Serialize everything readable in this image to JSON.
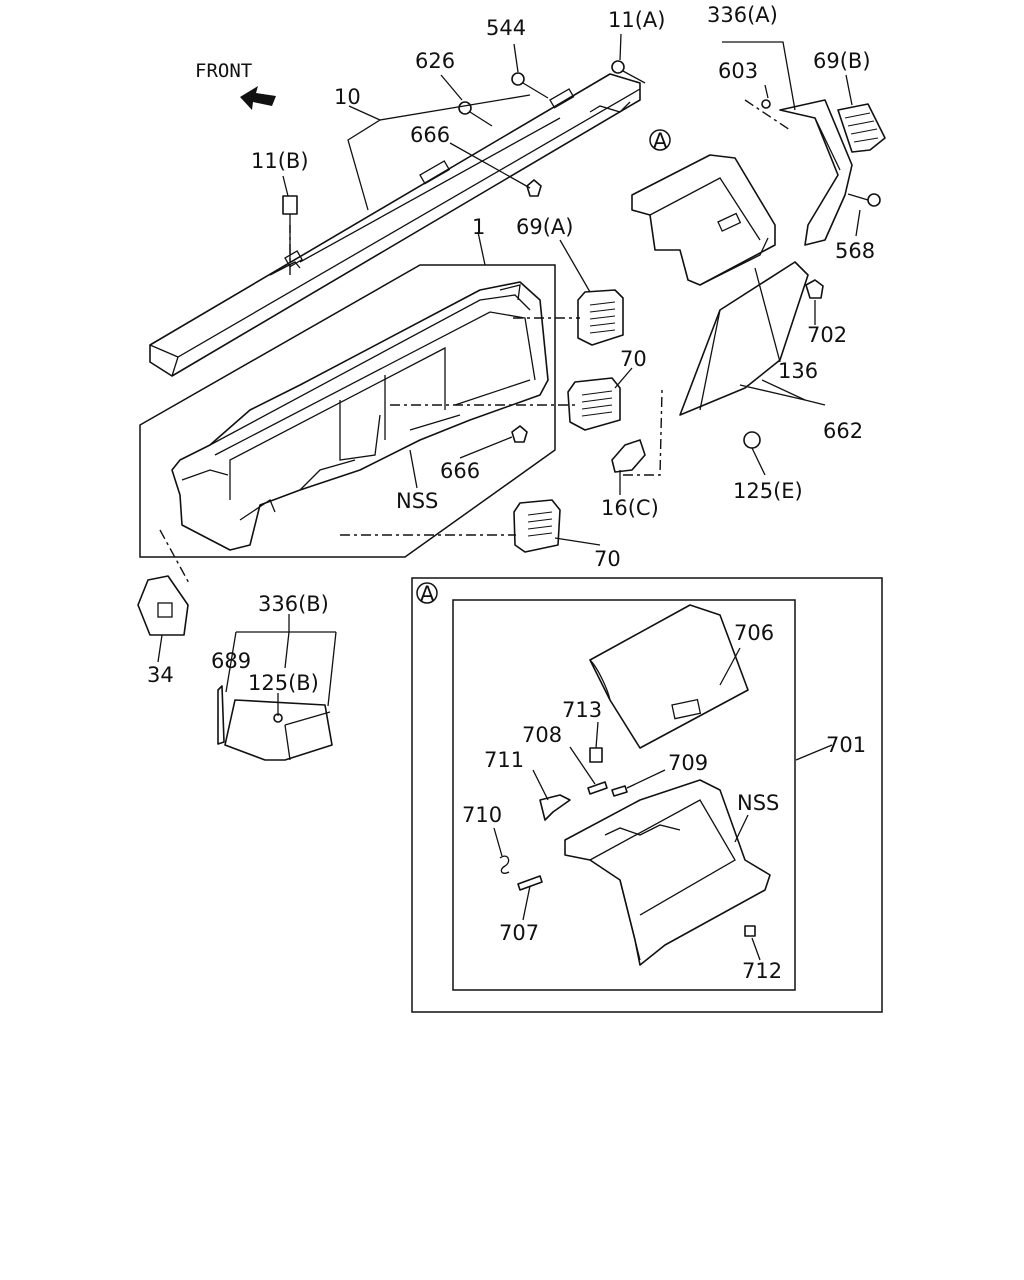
{
  "front_label": "FRONT",
  "callouts": {
    "p544": "544",
    "p11a": "11(A)",
    "p336a": "336(A)",
    "p626": "626",
    "p603": "603",
    "p69b": "69(B)",
    "p10": "10",
    "p666_top": "666",
    "p11b": "11(B)",
    "p568": "568",
    "p1": "1",
    "p69a": "69(A)",
    "p702": "702",
    "p70_mid": "70",
    "p136": "136",
    "p666_mid": "666",
    "p662": "662",
    "p_nss_main": "NSS",
    "p125e": "125(E)",
    "p16c": "16(C)",
    "p70_low": "70",
    "p336b": "336(B)",
    "p34": "34",
    "p689": "689",
    "p125b": "125(B)",
    "p706": "706",
    "p713": "713",
    "p708": "708",
    "p711": "711",
    "p709": "709",
    "p701": "701",
    "p_nss_detail": "NSS",
    "p710": "710",
    "p707": "707",
    "p712": "712"
  },
  "section_marker": "A",
  "detail_marker": "A"
}
